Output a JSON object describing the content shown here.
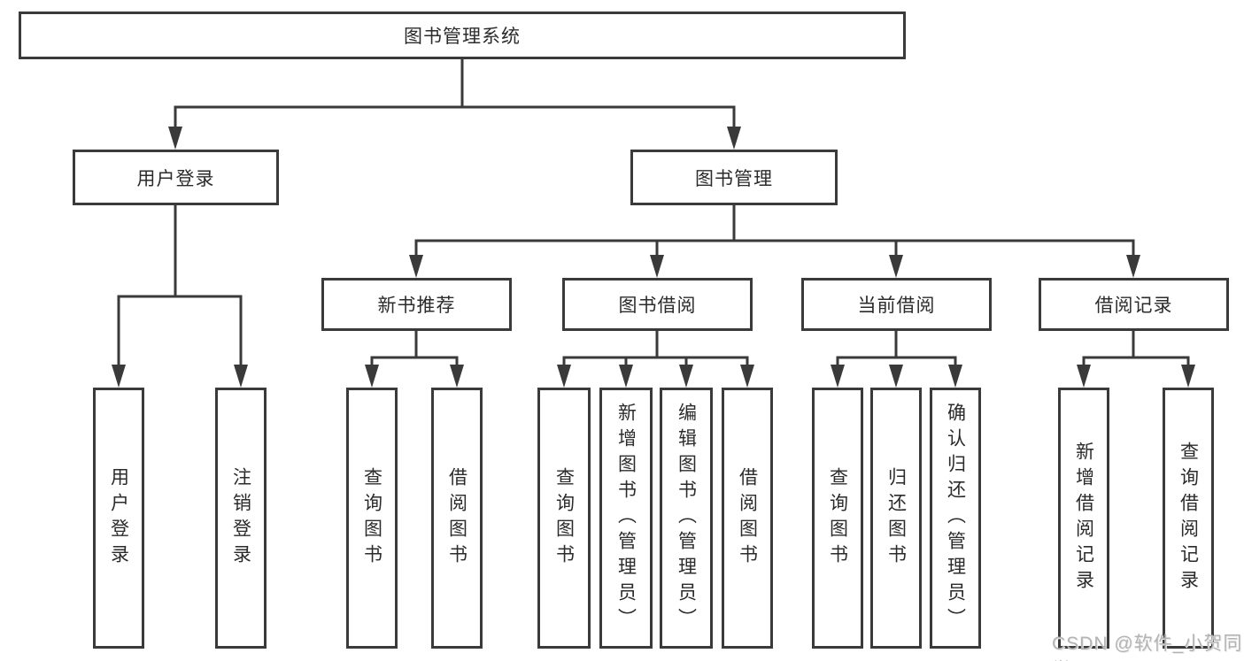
{
  "diagram": {
    "title": "图书管理系统",
    "nodes": {
      "root": "图书管理系统",
      "login": "用户登录",
      "management": "图书管理",
      "level3": [
        "新书推荐",
        "图书借阅",
        "当前借阅",
        "借阅记录"
      ],
      "login_children": [
        "用户登录",
        "注销登录"
      ],
      "recommend_children": [
        "查询图书",
        "借阅图书"
      ],
      "borrow_children": [
        "查询图书",
        "新增图书（管理员）",
        "编辑图书（管理员）",
        "借阅图书"
      ],
      "current_children": [
        "查询图书",
        "归还图书",
        "确认归还（管理员）"
      ],
      "record_children": [
        "新增借阅记录",
        "查询借阅记录"
      ]
    },
    "colors": {
      "line": "#3a3a3a",
      "text": "#2b2b2b",
      "background": "#ffffff",
      "watermark": "#b3b3b3"
    }
  },
  "watermark": "CSDN @软件_小贺同学"
}
